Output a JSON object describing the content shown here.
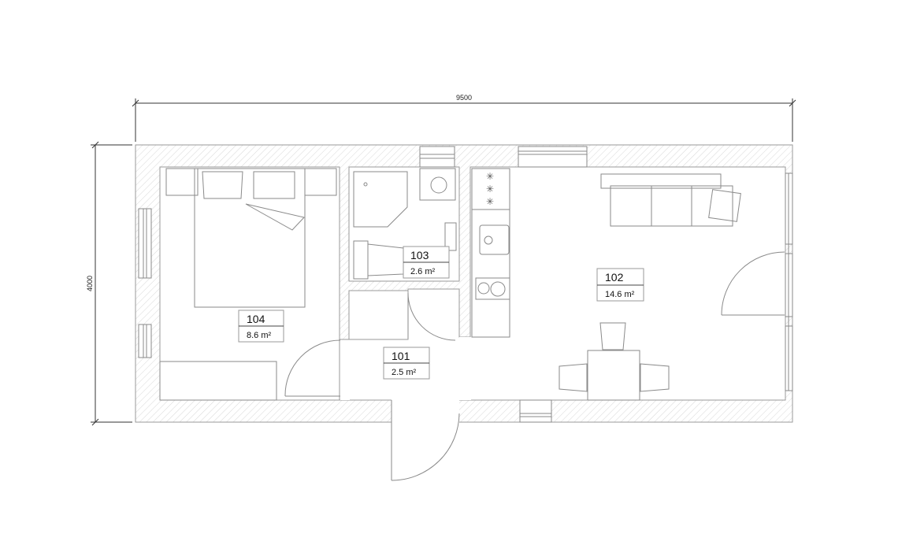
{
  "dimensions": {
    "width": "9500",
    "height": "4000"
  },
  "rooms": [
    {
      "number": "101",
      "area": "2.5 m²"
    },
    {
      "number": "102",
      "area": "14.6 m²"
    },
    {
      "number": "103",
      "area": "2.6 m²"
    },
    {
      "number": "104",
      "area": "8.6 m²"
    }
  ],
  "colors": {
    "line": "#8a8a8a",
    "hatch": "#d8d8d8",
    "text": "#111111"
  }
}
